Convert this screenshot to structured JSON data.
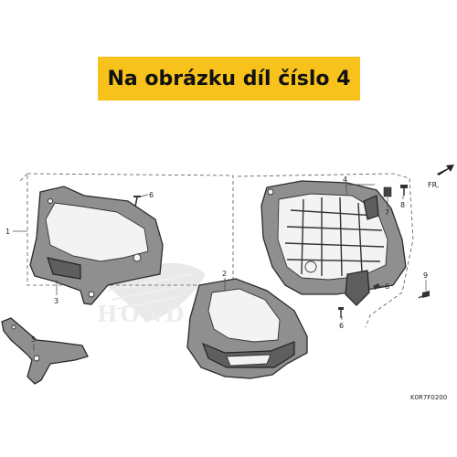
{
  "banner": {
    "text": "Na obrázku díl číslo 4",
    "color": "#f7c21c"
  },
  "callouts": {
    "p1": "1",
    "p2": "2",
    "p3": "3",
    "p4": "4",
    "p5": "5",
    "p6a": "6",
    "p6b": "6",
    "p6c": "6",
    "p7": "7",
    "p8": "8",
    "p9": "9"
  },
  "direction": {
    "text": "FR."
  },
  "watermark": {
    "text": "HONDA"
  },
  "diagram_code": "K0R7F0200"
}
